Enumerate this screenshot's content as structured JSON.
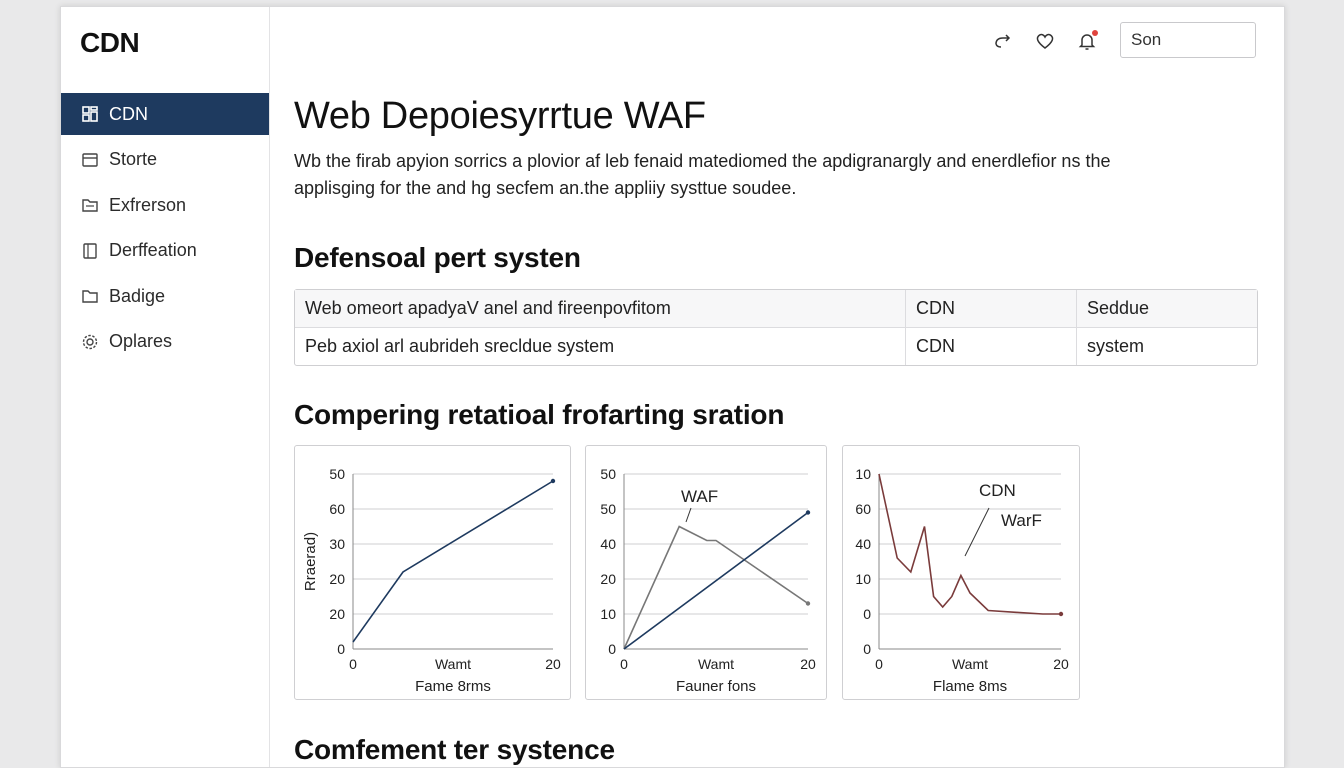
{
  "sidebar": {
    "brand": "CDN",
    "items": [
      {
        "label": "CDN",
        "icon": "grid-icon",
        "active": true
      },
      {
        "label": "Storte",
        "icon": "calendar-icon"
      },
      {
        "label": "Exfrerson",
        "icon": "folder-icon"
      },
      {
        "label": "Derffeation",
        "icon": "document-icon"
      },
      {
        "label": "Badige",
        "icon": "folder-icon"
      },
      {
        "label": "Oplares",
        "icon": "gear-icon"
      }
    ]
  },
  "header": {
    "icons": [
      "refresh-icon",
      "heart-icon",
      "bell-icon"
    ],
    "search_value": "Son"
  },
  "main": {
    "title": "Web Depoiesyrrtue WAF",
    "intro_line1": "Wb the firab apyion sorrics a plovior af leb fenaid matediomed the apdigranargly and enerdlefior ns the",
    "intro_line2": "applisging for the and hg secfem an.the appliiy systtue soudee.",
    "section1": "Defensoal pert systen",
    "table": [
      [
        "Web omeort apadyaV anel and fireenpovfitom",
        "CDN",
        "Seddue"
      ],
      [
        "Peb axiol arl aubrideh srecldue system",
        "CDN",
        "system"
      ]
    ],
    "section2": "Compering retatioal frofarting sration",
    "section3": "Comfement ter systence"
  },
  "chart_data": [
    {
      "type": "line",
      "y_tick_labels": [
        "0",
        "20",
        "20",
        "30",
        "60",
        "50"
      ],
      "x_tick_labels": [
        "0",
        "Wamt",
        "20"
      ],
      "xlabel": "Fame 8rms",
      "ylabel": "Rraerad)",
      "xlim": [
        0,
        20
      ],
      "series": [
        {
          "x": [
            0,
            5,
            20
          ],
          "y": [
            0.2,
            2.2,
            4.8
          ],
          "color": "#1e3a5f"
        }
      ]
    },
    {
      "type": "line",
      "y_tick_labels": [
        "0",
        "10",
        "20",
        "40",
        "50",
        "50"
      ],
      "x_tick_labels": [
        "0",
        "Wamt",
        "20"
      ],
      "xlabel": "Fauner fons",
      "xlim": [
        0,
        20
      ],
      "annotations": [
        "WAF"
      ],
      "series": [
        {
          "x": [
            0,
            6,
            9,
            10,
            20
          ],
          "y": [
            0,
            3.5,
            3.1,
            3.1,
            1.3
          ],
          "color": "#777777"
        },
        {
          "x": [
            0,
            20
          ],
          "y": [
            0,
            3.9
          ],
          "color": "#1e3a5f"
        }
      ]
    },
    {
      "type": "line",
      "y_tick_labels": [
        "0",
        "0",
        "10",
        "40",
        "60",
        "10"
      ],
      "x_tick_labels": [
        "0",
        "Wamt",
        "20"
      ],
      "xlabel": "Flame 8ms",
      "xlim": [
        0,
        20
      ],
      "annotations": [
        "CDN",
        "WarF"
      ],
      "series": [
        {
          "x": [
            0,
            2,
            3.5,
            5,
            6,
            7,
            8,
            9,
            10,
            12,
            15,
            18,
            20
          ],
          "y": [
            5,
            2.6,
            2.2,
            3.5,
            1.5,
            1.2,
            1.5,
            2.1,
            1.6,
            1.1,
            1.05,
            1.0,
            1.0
          ],
          "color": "#7a3b3b"
        }
      ]
    }
  ]
}
